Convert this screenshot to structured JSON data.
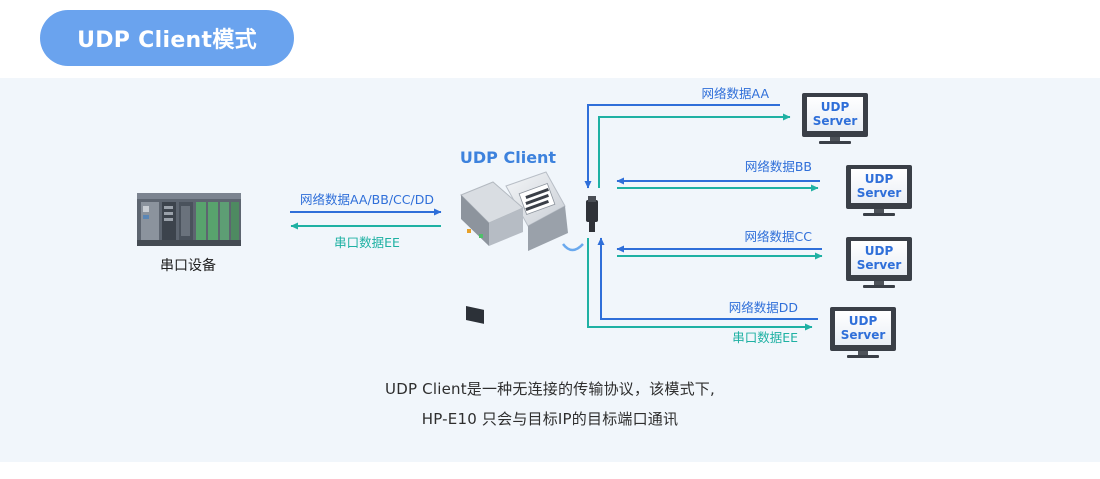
{
  "header": {
    "title": "UDP Client模式"
  },
  "device": {
    "label": "串口设备"
  },
  "module": {
    "label": "UDP Client"
  },
  "left_link": {
    "network_label": "网络数据AA/BB/CC/DD",
    "serial_label": "串口数据EE"
  },
  "servers": [
    {
      "label_line1": "UDP",
      "label_line2": "Server",
      "data_label": "网络数据AA"
    },
    {
      "label_line1": "UDP",
      "label_line2": "Server",
      "data_label": "网络数据BB"
    },
    {
      "label_line1": "UDP",
      "label_line2": "Server",
      "data_label": "网络数据CC"
    },
    {
      "label_line1": "UDP",
      "label_line2": "Server",
      "data_label": "网络数据DD"
    }
  ],
  "serial_to_server4": "串口数据EE",
  "caption": {
    "line1": "UDP Client是一种无连接的传输协议，该模式下,",
    "line2": "HP-E10 只会与目标IP的目标端口通讯"
  },
  "colors": {
    "accent_pill": "#6aa3ee",
    "network_blue": "#2f6fd9",
    "serial_teal": "#1fb1a3",
    "panel_bg": "#f1f6fb",
    "monitor_dark": "#3a3f47",
    "server_text": "#2f6fd9"
  }
}
